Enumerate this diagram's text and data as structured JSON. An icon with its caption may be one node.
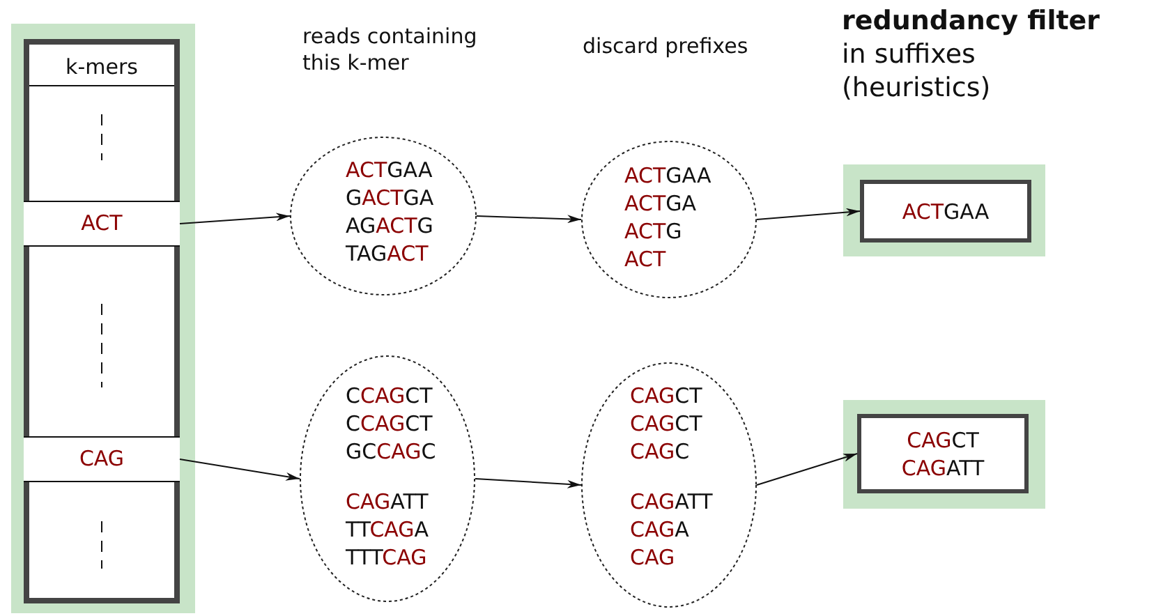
{
  "diagram": {
    "nodes": [
      {
        "text": [
          "k-mers"
        ]
      },
      {
        "text": [
          "ACT"
        ],
        "in": 0
      },
      {
        "text": [
          "CAG"
        ],
        "in": 0
      },
      {
        "text": [
          "**ACT**GAA",
          "G**ACT**GA",
          "AG**ACT**G",
          "TAG**ACT**"
        ]
      },
      {
        "text": [
          "**ACT**GAA",
          "**ACT**GA",
          "**ACT**G",
          "ACT"
        ]
      },
      {
        "text": [
          "**ACT**GAA"
        ]
      },
      {
        "text": [
          "C**CAG**CT",
          "C**CAG**CT",
          "GC**CAG**C",
          "**CAG**ATT",
          "TT**CAG**A",
          "TTT**CAG**"
        ]
      },
      {
        "text": [
          "**CAG**CT",
          "**CAG**CT",
          "**CAG**C",
          "**CAG**ATT",
          "**CAG**A",
          "CAG"
        ]
      },
      {
        "text": [
          "**CAG**CT",
          "**CAG**ATT"
        ]
      }
    ],
    "edges": [
      {
        "from": 1,
        "to": 3,
        "arrow": "to"
      },
      {
        "from": 3,
        "to": 4,
        "arrow": "to"
      },
      {
        "from": 4,
        "to": 5,
        "arrow": "to"
      },
      {
        "from": 2,
        "to": 6,
        "arrow": "to"
      },
      {
        "from": 6,
        "to": 7,
        "arrow": "to"
      },
      {
        "from": 7,
        "to": 8,
        "arrow": "to"
      }
    ],
    "labels": [
      "reads containing this k-mer",
      "discard prefixes",
      "**redundancy filter** in suffixes (heuristics)"
    ]
  }
}
